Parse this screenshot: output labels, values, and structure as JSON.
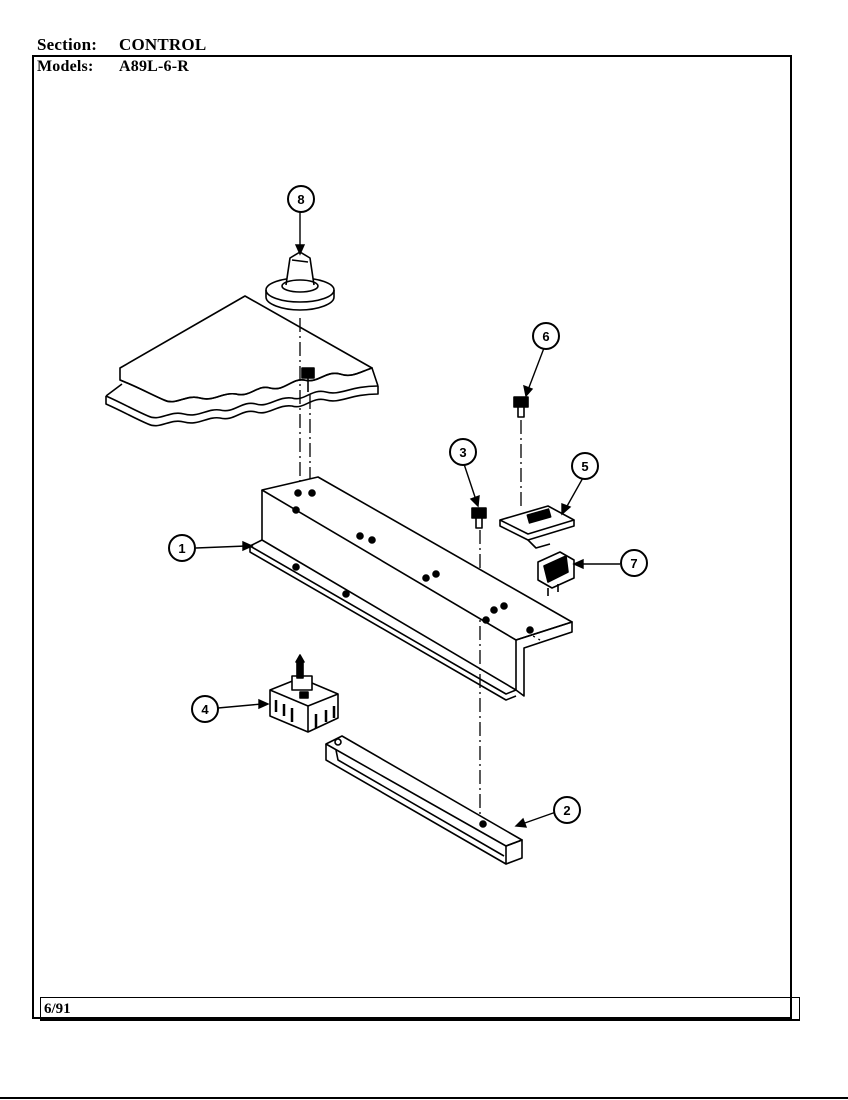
{
  "header": {
    "section_label": "Section:",
    "section_value": "CONTROL",
    "models_label": "Models:",
    "models_value": "A89L-6-R"
  },
  "footer": {
    "date": "6/91"
  },
  "callouts": [
    {
      "id": "callout-1",
      "label": "1"
    },
    {
      "id": "callout-2",
      "label": "2"
    },
    {
      "id": "callout-3",
      "label": "3"
    },
    {
      "id": "callout-4",
      "label": "4"
    },
    {
      "id": "callout-5",
      "label": "5"
    },
    {
      "id": "callout-6",
      "label": "6"
    },
    {
      "id": "callout-7",
      "label": "7"
    },
    {
      "id": "callout-8",
      "label": "8"
    }
  ]
}
